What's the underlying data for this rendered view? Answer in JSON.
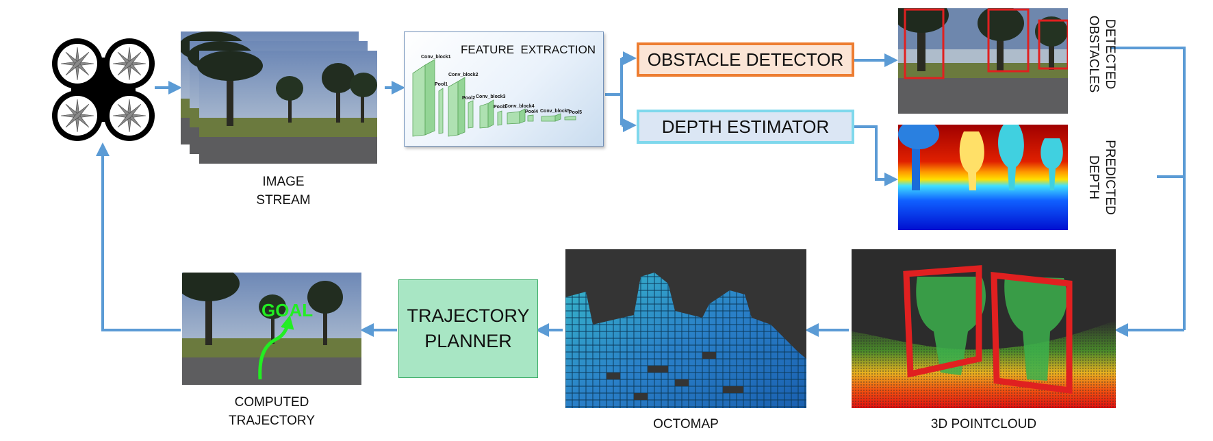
{
  "diagram": {
    "nodes": {
      "image_stream": {
        "label_line1": "IMAGE",
        "label_line2": "STREAM"
      },
      "feature_extraction": {
        "title": "FEATURE  EXTRACTION",
        "layers": [
          "Conv_block1",
          "Pool1",
          "Conv_block2",
          "Pool2",
          "Conv_block3",
          "Pool3",
          "Conv_block4",
          "Pool4",
          "Conv_block5",
          "Pool5"
        ]
      },
      "obstacle_detector": {
        "label": "OBSTACLE DETECTOR"
      },
      "depth_estimator": {
        "label": "DEPTH ESTIMATOR"
      },
      "detected_obstacles": {
        "label_line1": "DETECTED",
        "label_line2": "OBSTACLES"
      },
      "predicted_depth": {
        "label_line1": "PREDICTED",
        "label_line2": "DEPTH"
      },
      "pointcloud": {
        "label": "3D POINTCLOUD"
      },
      "octomap": {
        "label": "OCTOMAP"
      },
      "trajectory_planner": {
        "label_line1": "TRAJECTORY",
        "label_line2": "PLANNER"
      },
      "computed_trajectory": {
        "label_line1": "COMPUTED",
        "label_line2": "TRAJECTORY",
        "goal_text": "GOAL"
      }
    },
    "colors": {
      "arrow": "#5b9bd5",
      "obstacle_border": "#ed7d31",
      "depth_border": "#7fd8ec",
      "planner_fill": "#a8e6c4",
      "planner_border": "#3fae6a",
      "goal": "#22ee22",
      "bbox": "#e02020"
    }
  }
}
